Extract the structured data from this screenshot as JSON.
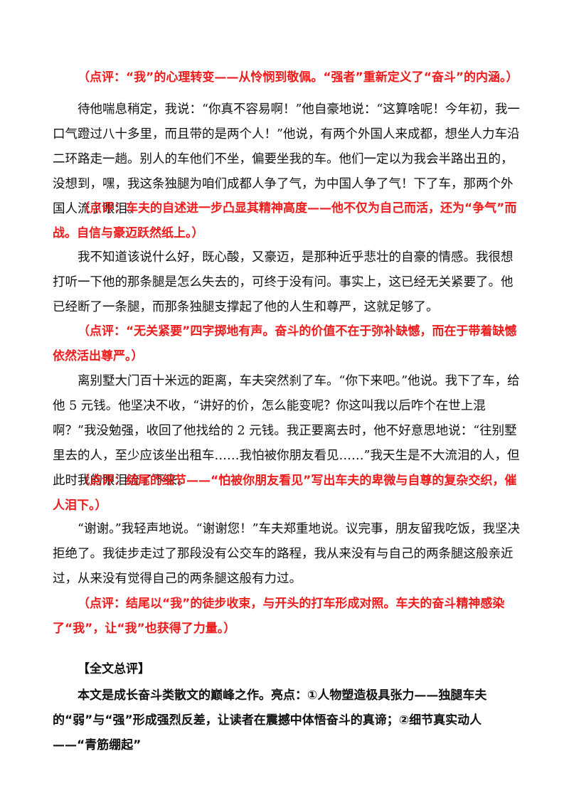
{
  "blocks": [
    {
      "type": "comment",
      "text": "（点评：“我”的心理转变——从怜悯到敬佩。“强者”重新定义了“奋斗”的内涵。）"
    },
    {
      "type": "para",
      "text": "待他喘息稍定，我说：“你真不容易啊！”他自豪地说：“这算啥呢！今年初，我一口气蹬过八十多里，而且带的是两个人！”他说，有两个外国人来成都，想坐人力车沿二环路走一趟。别人的车他们不坐，偏要坐我的车。他们一定以为我会半路出丑的，没想到，嘿，我这条独腿为咱们成都人争了气，为中国人争了气！下了车，那两个外国人流了眼泪。"
    },
    {
      "type": "comment",
      "text": "（点评：车夫的自述进一步凸显其精神高度——他不仅为自己而活，还为“争气”而战。自信与豪迈跃然纸上。）"
    },
    {
      "type": "para",
      "text": "我不知道该说什么好，既心酸，又豪迈，是那种近乎悲壮的自豪的情感。我很想打听一下他的那条腿是怎么失去的，可终于没有问。事实上，这已经无关紧要了。他已经断了一条腿，而那条独腿支撑起了他的人生和尊严，这就足够了。"
    },
    {
      "type": "comment",
      "text": "（点评：“无关紧要”四字掷地有声。奋斗的价值不在于弥补缺憾，而在于带着缺憾依然活出尊严。）"
    },
    {
      "type": "para",
      "text": "离别墅大门百十米远的距离，车夫突然刹了车。“你下来吧。”他说。我下了车，给他 5 元钱。他坚决不收，“讲好的价，怎么能变呢？你这叫我以后咋个在世上混啊？”我没勉强，收回了他找给的 2 元钱。我正要离去时，他不好意思地说：“往别墅里去的人，至少应该坐出租车……我怕被你朋友看见……”我天生是不大流泪的人，但此时我的眼泪流了下来。"
    },
    {
      "type": "comment",
      "text": "（点评：结尾的细节——“怕被你朋友看见”写出车夫的卑微与自尊的复杂交织，催人泪下。）"
    },
    {
      "type": "para",
      "text": "“谢谢。”我轻声地说。“谢谢您！”车夫郑重地说。议完事，朋友留我吃饭，我坚决拒绝了。我徒步走过了那段没有公交车的路程，我从来没有与自己的两条腿这般亲近过，从来没有觉得自己的两条腿这般有力过。"
    },
    {
      "type": "comment",
      "text": "（点评：结尾以“我”的徒步收束，与开头的打车形成对照。车夫的奋斗精神感染了“我”，让“我”也获得了力量。）"
    },
    {
      "type": "heading",
      "text": "【全文总评】"
    },
    {
      "type": "summary",
      "text": "本文是成长奋斗类散文的巅峰之作。亮点：①人物塑造极具张力——独腿车夫的“弱”与“强”形成强烈反差，让读者在震撼中体悟奋斗的真谛；②细节真实动人——“青筋绷起”"
    }
  ]
}
